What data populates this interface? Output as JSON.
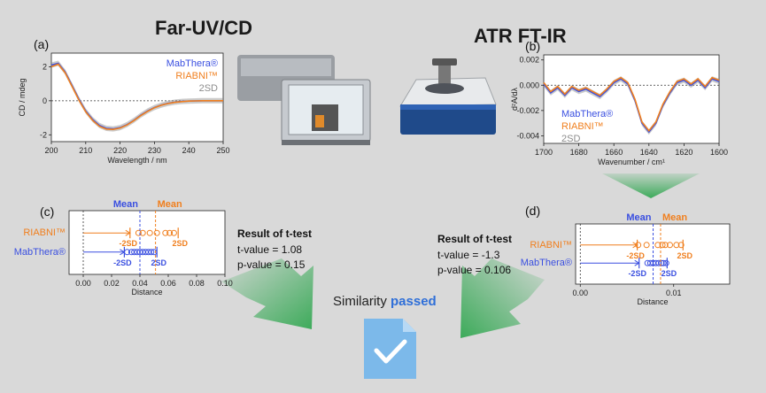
{
  "figure": {
    "left_title": "Far-UV/CD",
    "right_title": "ATR FT-IR"
  },
  "colors": {
    "mabthera": "#3a4fe0",
    "riabni": "#f07f1e",
    "sd2": "#8c8c8c",
    "text": "#1a1a1a",
    "arrow_green": "#34a853",
    "passed": "#2f6fd8",
    "doc_blue": "#7cb9ea"
  },
  "legend": {
    "mabthera": "MabThera®",
    "riabni": "RIABNI™",
    "sd2": "2SD"
  },
  "chart_data": [
    {
      "id": "a",
      "panel_label": "(a)",
      "type": "line",
      "xlabel": "Wavelength / nm",
      "ylabel": "CD / mdeg",
      "xlim": [
        200,
        250
      ],
      "ylim": [
        -2.4,
        2.8
      ],
      "xticks": [
        200,
        210,
        220,
        230,
        240,
        250
      ],
      "yticks": [
        -2,
        0,
        2
      ],
      "zero_line": true,
      "series": [
        {
          "name": "MabThera®",
          "x": [
            200,
            202,
            204,
            206,
            208,
            210,
            212,
            214,
            216,
            218,
            220,
            222,
            224,
            226,
            228,
            230,
            232,
            234,
            236,
            238,
            240,
            242,
            244,
            246,
            248,
            250
          ],
          "y": [
            2.1,
            2.2,
            1.7,
            0.9,
            0.1,
            -0.6,
            -1.1,
            -1.45,
            -1.62,
            -1.65,
            -1.58,
            -1.4,
            -1.15,
            -0.85,
            -0.6,
            -0.4,
            -0.25,
            -0.15,
            -0.08,
            -0.04,
            -0.02,
            -0.01,
            0.0,
            0.0,
            0.0,
            0.0
          ]
        },
        {
          "name": "RIABNI™",
          "x": [
            200,
            202,
            204,
            206,
            208,
            210,
            212,
            214,
            216,
            218,
            220,
            222,
            224,
            226,
            228,
            230,
            232,
            234,
            236,
            238,
            240,
            242,
            244,
            246,
            248,
            250
          ],
          "y": [
            2.0,
            2.15,
            1.65,
            0.85,
            0.05,
            -0.65,
            -1.15,
            -1.5,
            -1.66,
            -1.68,
            -1.6,
            -1.42,
            -1.17,
            -0.87,
            -0.62,
            -0.41,
            -0.26,
            -0.16,
            -0.09,
            -0.05,
            -0.02,
            -0.01,
            0.0,
            0.0,
            0.0,
            0.0
          ]
        }
      ]
    },
    {
      "id": "b",
      "panel_label": "(b)",
      "type": "line",
      "xlabel": "Wavenumber / cm¹",
      "ylabel": "d²A/dλ",
      "xlim": [
        1700,
        1600
      ],
      "ylim": [
        -0.0046,
        0.0024
      ],
      "xticks": [
        1700,
        1680,
        1660,
        1640,
        1620,
        1600
      ],
      "yticks": [
        0.002,
        0.0,
        -0.002,
        -0.004
      ],
      "ytick_labels": [
        "0.002",
        "0.000",
        "-0.002",
        "-0.004"
      ],
      "zero_line": true,
      "series": [
        {
          "name": "MabThera®",
          "x": [
            1700,
            1696,
            1692,
            1688,
            1684,
            1680,
            1676,
            1672,
            1668,
            1664,
            1660,
            1656,
            1652,
            1648,
            1644,
            1640,
            1636,
            1632,
            1628,
            1624,
            1620,
            1616,
            1612,
            1608,
            1604,
            1600
          ],
          "y": [
            0.0001,
            -0.0006,
            -0.0002,
            -0.0008,
            -0.0002,
            -0.0005,
            -0.0003,
            -0.0006,
            -0.0009,
            -0.0004,
            0.0002,
            0.0005,
            0.0001,
            -0.0012,
            -0.003,
            -0.0037,
            -0.003,
            -0.0016,
            -0.0006,
            0.0002,
            0.0004,
            0.0,
            0.0004,
            -0.0002,
            0.0005,
            0.0003
          ]
        },
        {
          "name": "RIABNI™",
          "x": [
            1700,
            1696,
            1692,
            1688,
            1684,
            1680,
            1676,
            1672,
            1668,
            1664,
            1660,
            1656,
            1652,
            1648,
            1644,
            1640,
            1636,
            1632,
            1628,
            1624,
            1620,
            1616,
            1612,
            1608,
            1604,
            1600
          ],
          "y": [
            0.0002,
            -0.0005,
            -0.0001,
            -0.0007,
            -0.0001,
            -0.0004,
            -0.0002,
            -0.0005,
            -0.0008,
            -0.0003,
            0.0003,
            0.0006,
            0.0002,
            -0.0011,
            -0.0029,
            -0.0036,
            -0.0029,
            -0.0015,
            -0.0005,
            0.0003,
            0.0005,
            0.0001,
            0.0005,
            -0.0001,
            0.0006,
            0.0004
          ]
        }
      ]
    },
    {
      "id": "c",
      "panel_label": "(c)",
      "type": "scatter",
      "xlabel": "Distance",
      "xlim": [
        -0.01,
        0.1
      ],
      "xticks": [
        0.0,
        0.02,
        0.04,
        0.06,
        0.08,
        0.1
      ],
      "xtick_labels": [
        "0.00",
        "0.02",
        "0.04",
        "0.06",
        "0.08",
        "0.10"
      ],
      "mean_label": "Mean",
      "sd_label": "2SD",
      "minus_sd_label": "-2SD",
      "rows": [
        {
          "name": "RIABNI™",
          "points": [
            0.039,
            0.042,
            0.047,
            0.052,
            0.058,
            0.061,
            0.064
          ],
          "mean": 0.051,
          "minus_2sd": 0.033,
          "plus_2sd": 0.067
        },
        {
          "name": "MabThera®",
          "points": [
            0.031,
            0.034,
            0.036,
            0.038,
            0.04,
            0.042,
            0.044,
            0.046,
            0.048,
            0.05
          ],
          "mean": 0.04,
          "minus_2sd": 0.029,
          "plus_2sd": 0.052
        }
      ]
    },
    {
      "id": "d",
      "panel_label": "(d)",
      "type": "scatter",
      "xlabel": "Distance",
      "xlim": [
        -0.0005,
        0.016
      ],
      "xticks": [
        0.0,
        0.01
      ],
      "xtick_labels": [
        "0.00",
        "0.01"
      ],
      "mean_label": "Mean",
      "sd_label": "2SD",
      "minus_sd_label": "-2SD",
      "rows": [
        {
          "name": "RIABNI™",
          "points": [
            0.0062,
            0.0071,
            0.0083,
            0.0088,
            0.0091,
            0.0096,
            0.0103,
            0.0108
          ],
          "mean": 0.0086,
          "minus_2sd": 0.0061,
          "plus_2sd": 0.011
        },
        {
          "name": "MabThera®",
          "points": [
            0.0072,
            0.0075,
            0.0078,
            0.0081,
            0.0084,
            0.0087,
            0.0089,
            0.0092
          ],
          "mean": 0.0078,
          "minus_2sd": 0.0063,
          "plus_2sd": 0.0093
        }
      ]
    }
  ],
  "ttest_left": {
    "heading": "Result of t-test",
    "t_value": "t-value = 1.08",
    "p_value": "p-value = 0.15"
  },
  "ttest_right": {
    "heading": "Result of t-test",
    "t_value": "t-value = -1.3",
    "p_value": "p-value = 0.106"
  },
  "result": {
    "prefix": "Similarity ",
    "status": "passed"
  }
}
